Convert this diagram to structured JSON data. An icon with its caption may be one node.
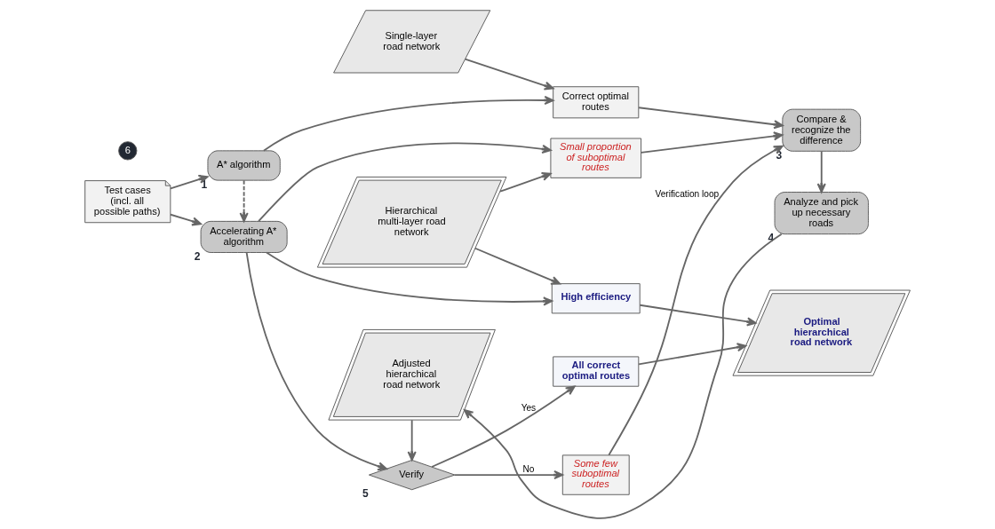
{
  "diagram": {
    "nodes": [
      {
        "text": [
          "Test cases (incl. all possible paths)"
        ]
      },
      {
        "text": [
          "A* algorithm"
        ],
        "beside": [
          "1"
        ]
      },
      {
        "text": [
          "Single-layer road network"
        ]
      },
      {
        "text": [
          "Correct optimal routes"
        ]
      },
      {
        "text": [
          "Accelerating A* algorithm"
        ],
        "beside": [
          "2"
        ]
      },
      {
        "text": [
          "Hierarchical multi-layer road network"
        ]
      },
      {
        "text": [
          "High efficiency"
        ]
      },
      {
        "text": [
          "Small proportion of suboptimal routes"
        ]
      },
      {
        "text": [
          "Compare & recognize the difference"
        ],
        "beside": [
          "3"
        ]
      },
      {
        "text": [
          "Analyze and pick up necessary roads"
        ],
        "beside": [
          "4"
        ]
      },
      {
        "text": [
          "Adjusted hierarchical road network"
        ]
      },
      {
        "text": [
          "Verify"
        ],
        "beside": [
          "5"
        ]
      },
      {
        "text": [
          "Some few suboptimal routes"
        ]
      },
      {
        "text": [
          "All correct optimal routes"
        ]
      },
      {
        "text": [
          "Optimal hierarchical road network"
        ]
      }
    ],
    "edges": [
      {
        "from": 0,
        "to": 1,
        "arrow": "to"
      },
      {
        "from": 0,
        "to": 4,
        "arrow": "to"
      },
      {
        "from": 1,
        "to": 3,
        "arrow": "to"
      },
      {
        "from": 2,
        "to": 3,
        "arrow": "to"
      },
      {
        "from": 1,
        "to": 4,
        "arrow": "to",
        "style": "dashed"
      },
      {
        "from": 3,
        "to": 8,
        "arrow": "to"
      },
      {
        "from": 4,
        "to": 6,
        "arrow": "to"
      },
      {
        "from": 4,
        "to": 7,
        "arrow": "to"
      },
      {
        "from": 5,
        "to": 6,
        "arrow": "to"
      },
      {
        "from": 5,
        "to": 7,
        "arrow": "to"
      },
      {
        "from": 7,
        "to": 8,
        "arrow": "to"
      },
      {
        "from": 8,
        "to": 9,
        "arrow": "to"
      },
      {
        "from": 9,
        "to": 10,
        "arrow": "to"
      },
      {
        "from": 10,
        "to": 11,
        "arrow": "to"
      },
      {
        "from": 4,
        "to": 11,
        "arrow": "to"
      },
      {
        "from": 11,
        "to": 12,
        "arrow": "to",
        "label": "No"
      },
      {
        "from": 11,
        "to": 13,
        "arrow": "to",
        "label": "Yes"
      },
      {
        "from": 12,
        "to": 8,
        "arrow": "to",
        "label": "Verification loop"
      },
      {
        "from": 6,
        "to": 14,
        "arrow": "to"
      },
      {
        "from": 13,
        "to": 14,
        "arrow": "to"
      }
    ],
    "labels": [
      "6"
    ]
  }
}
